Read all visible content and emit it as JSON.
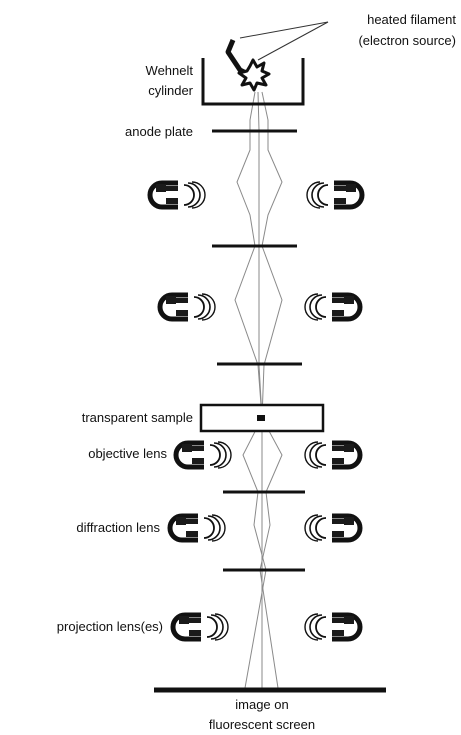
{
  "diagram": {
    "labels": {
      "filament_line1": "heated filament",
      "filament_line2": "(electron source)",
      "wehnelt_line1": "Wehnelt",
      "wehnelt_line2": "cylinder",
      "anode": "anode plate",
      "sample": "transparent sample",
      "objective": "objective lens",
      "diffraction": "diffraction lens",
      "projection": "projection lens(es)",
      "screen_line1": "image on",
      "screen_line2": "fluorescent screen"
    },
    "colors": {
      "ink": "#111111",
      "beam": "#8a8a8a",
      "magnet_fill": "#1a1a1a"
    },
    "icons": [
      "filament-icon",
      "magnetic-lens-icon"
    ]
  }
}
